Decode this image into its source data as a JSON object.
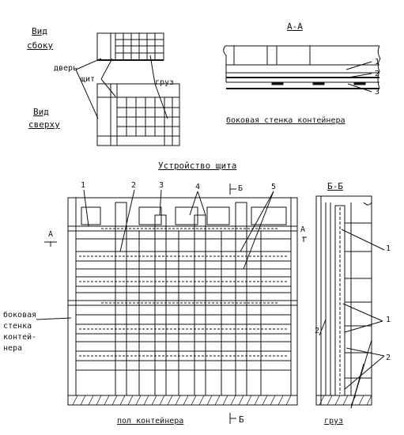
{
  "labels": {
    "side_view": [
      "Вид",
      "сбоку"
    ],
    "top_view": [
      "Вид",
      "сверху"
    ],
    "door": "дверь",
    "shield": "щит",
    "cargo": "груз",
    "section_aa": "А-А",
    "section_bb": "Б-Б",
    "side_wall": "боковая стенка контейнера",
    "device_title": "Устройство щита",
    "side_wall_stack": [
      "боковая",
      "стенка",
      "контей-",
      "нера"
    ],
    "floor": "пол контейнера",
    "cargo_bottom": "груз",
    "cut_a_left": "А",
    "cut_a_right": "А",
    "cut_b_top": "Б",
    "cut_b_bottom": "Б"
  },
  "callouts": {
    "aa": [
      "1",
      "2",
      "3"
    ],
    "main": [
      "1",
      "2",
      "3",
      "4",
      "5"
    ],
    "bb": [
      "1",
      "2",
      "1",
      "2"
    ]
  }
}
